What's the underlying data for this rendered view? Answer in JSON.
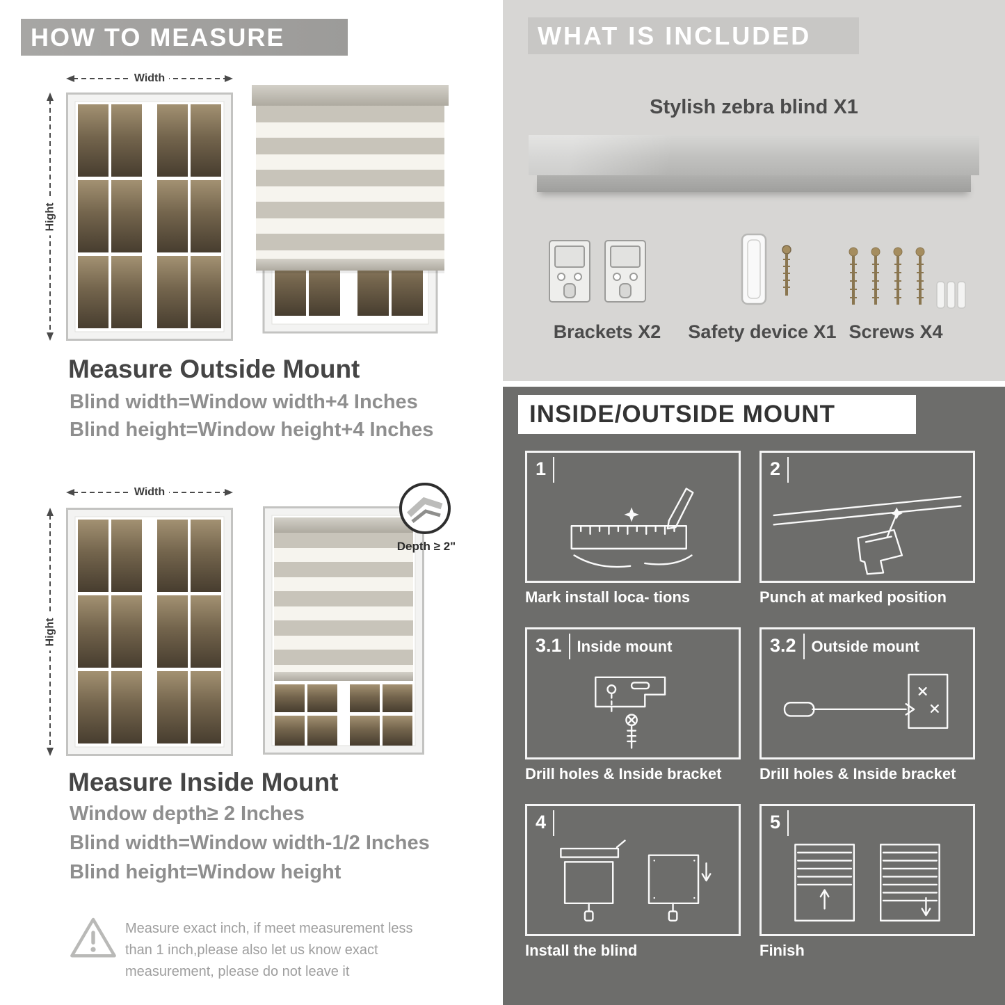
{
  "colors": {
    "left_banner_bg": "#a3a2a0",
    "included_bg": "#d7d6d4",
    "included_banner_bg": "#c8c7c5",
    "mount_bg": "#6d6d6b",
    "heading_text": "#454545",
    "body_text": "#8e8e8e"
  },
  "left": {
    "banner": "HOW TO MEASURE",
    "outside": {
      "width_label": "Width",
      "height_label": "Hight",
      "heading": "Measure Outside Mount",
      "line1": "Blind width=Window width+4 Inches",
      "line2": "Blind height=Window height+4 Inches"
    },
    "inside": {
      "width_label": "Width",
      "height_label": "Hight",
      "depth_label": "Depth ≥ 2\"",
      "heading": "Measure Inside Mount",
      "line1": "Window depth≥ 2 Inches",
      "line2": "Blind width=Window width-1/2 Inches",
      "line3": "Blind height=Window height"
    },
    "note": "Measure exact inch, if meet measurement less than 1 inch,please also let us know exact measurement, please do not leave it"
  },
  "included": {
    "banner": "WHAT IS INCLUDED",
    "product_label": "Stylish zebra blind X1",
    "items": [
      {
        "label": "Brackets X2"
      },
      {
        "label": "Safety device X1"
      },
      {
        "label": "Screws X4"
      }
    ]
  },
  "mount": {
    "banner": "INSIDE/OUTSIDE MOUNT",
    "steps": [
      {
        "num": "1",
        "title": "",
        "caption": "Mark install loca- tions"
      },
      {
        "num": "2",
        "title": "",
        "caption": "Punch at  marked position"
      },
      {
        "num": "3.1",
        "title": "Inside mount",
        "caption": "Drill holes &  Inside bracket"
      },
      {
        "num": "3.2",
        "title": "Outside mount",
        "caption": "Drill holes &  Inside bracket"
      },
      {
        "num": "4",
        "title": "",
        "caption": "Install the blind"
      },
      {
        "num": "5",
        "title": "",
        "caption": "Finish"
      }
    ]
  }
}
